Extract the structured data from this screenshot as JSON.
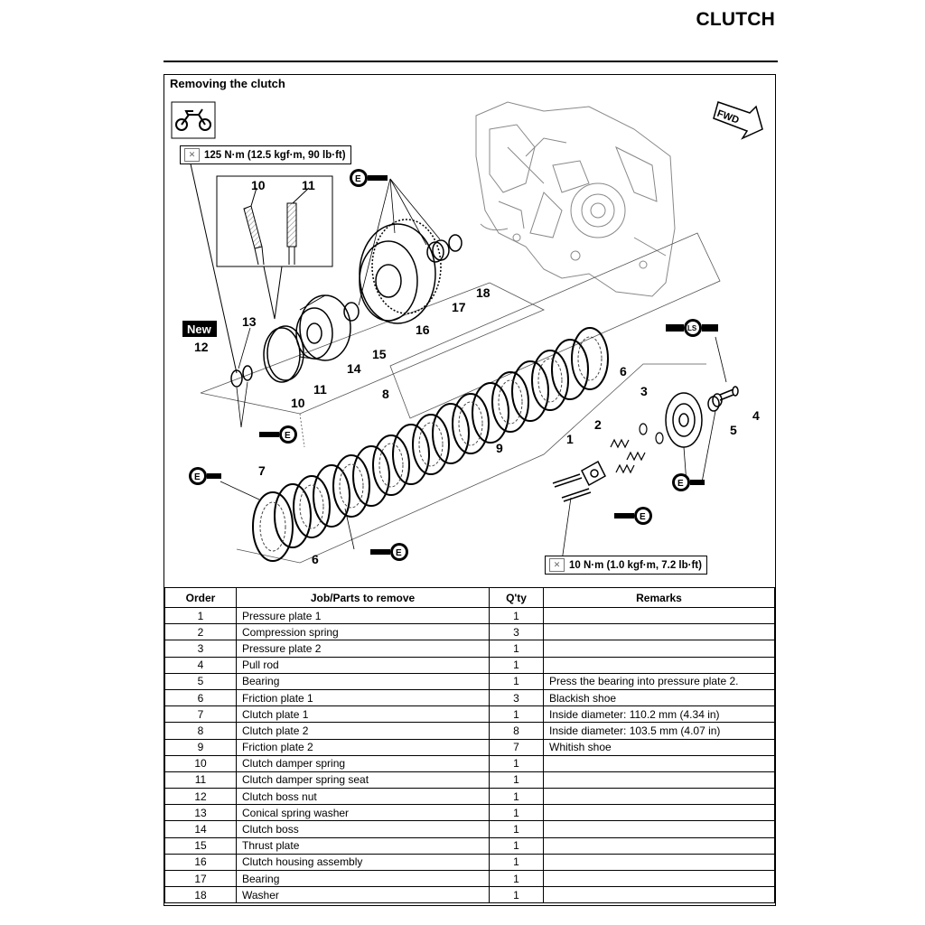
{
  "page": {
    "title": "CLUTCH"
  },
  "section": {
    "heading": "Removing the clutch"
  },
  "diagram": {
    "torque_top": "125 N·m (12.5 kgf·m, 90 lb·ft)",
    "torque_bottom": "10 N·m (1.0 kgf·m, 7.2 lb·ft)",
    "new_badge": "New",
    "fwd_label": "FWD",
    "oil_symbol": "E",
    "grease_symbol": "LS",
    "callouts": [
      "1",
      "2",
      "3",
      "4",
      "5",
      "6",
      "6",
      "7",
      "8",
      "9",
      "10",
      "10",
      "11",
      "11",
      "12",
      "13",
      "14",
      "15",
      "16",
      "17",
      "18"
    ]
  },
  "table": {
    "headers": {
      "order": "Order",
      "job": "Job/Parts to remove",
      "qty": "Q'ty",
      "remarks": "Remarks"
    },
    "rows": [
      {
        "order": "1",
        "job": "Pressure plate 1",
        "qty": "1",
        "remarks": ""
      },
      {
        "order": "2",
        "job": "Compression spring",
        "qty": "3",
        "remarks": ""
      },
      {
        "order": "3",
        "job": "Pressure plate 2",
        "qty": "1",
        "remarks": ""
      },
      {
        "order": "4",
        "job": "Pull rod",
        "qty": "1",
        "remarks": ""
      },
      {
        "order": "5",
        "job": "Bearing",
        "qty": "1",
        "remarks": "Press the bearing into pressure plate 2."
      },
      {
        "order": "6",
        "job": "Friction plate 1",
        "qty": "3",
        "remarks": "Blackish shoe"
      },
      {
        "order": "7",
        "job": "Clutch plate 1",
        "qty": "1",
        "remarks": "Inside diameter: 110.2 mm (4.34 in)"
      },
      {
        "order": "8",
        "job": "Clutch plate 2",
        "qty": "8",
        "remarks": "Inside diameter: 103.5 mm (4.07 in)"
      },
      {
        "order": "9",
        "job": "Friction plate 2",
        "qty": "7",
        "remarks": "Whitish shoe"
      },
      {
        "order": "10",
        "job": "Clutch damper spring",
        "qty": "1",
        "remarks": ""
      },
      {
        "order": "11",
        "job": "Clutch damper spring seat",
        "qty": "1",
        "remarks": ""
      },
      {
        "order": "12",
        "job": "Clutch boss nut",
        "qty": "1",
        "remarks": ""
      },
      {
        "order": "13",
        "job": "Conical spring washer",
        "qty": "1",
        "remarks": ""
      },
      {
        "order": "14",
        "job": "Clutch boss",
        "qty": "1",
        "remarks": ""
      },
      {
        "order": "15",
        "job": "Thrust plate",
        "qty": "1",
        "remarks": ""
      },
      {
        "order": "16",
        "job": "Clutch housing assembly",
        "qty": "1",
        "remarks": ""
      },
      {
        "order": "17",
        "job": "Bearing",
        "qty": "1",
        "remarks": ""
      },
      {
        "order": "18",
        "job": "Washer",
        "qty": "1",
        "remarks": ""
      }
    ]
  }
}
